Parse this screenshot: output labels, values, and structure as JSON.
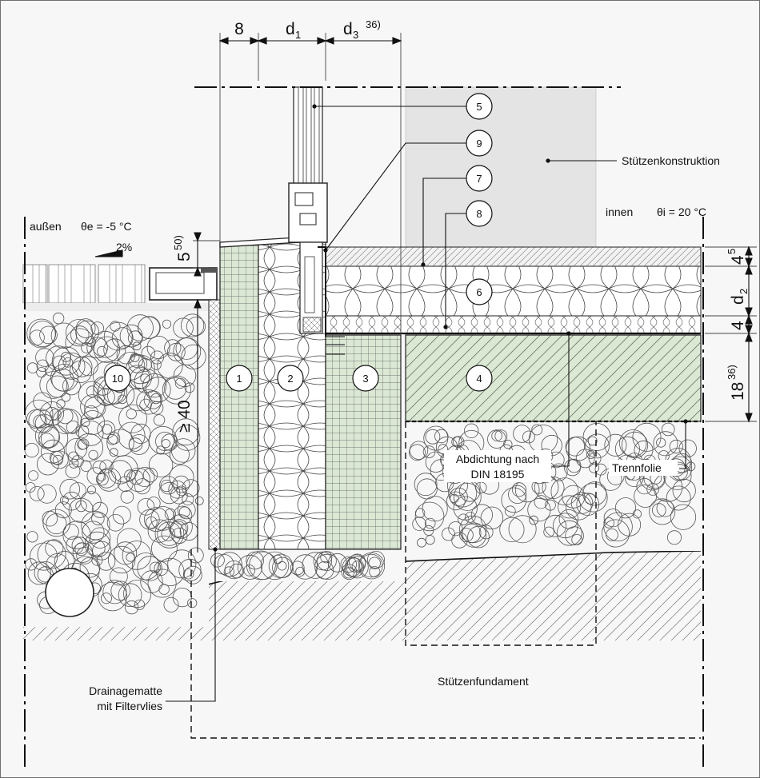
{
  "labels": {
    "aussen": "außen",
    "theta_e": "θe = -5 °C",
    "innen": "innen",
    "theta_i": "θi = 20 °C",
    "slope": "2%",
    "stuetzenkonstruktion": "Stützenkonstruktion",
    "stuetzenfundament": "Stützenfundament",
    "abdichtung_l1": "Abdichtung nach",
    "abdichtung_l2": "DIN 18195",
    "trennfolie": "Trennfolie",
    "drainage_l1": "Drainagematte",
    "drainage_l2": "mit Filtervlies"
  },
  "dimensions": {
    "top_8": "8",
    "top_d1": "d",
    "top_d1_sub": "1",
    "top_d3": "d",
    "top_d3_sub": "3",
    "top_d3_note": "36)",
    "left_5": "5",
    "left_5_note": "50)",
    "left_ge40": "≥ 40",
    "right_4": "4",
    "right_4_sup": "5",
    "right_d2": "d",
    "right_d2_sub": "2",
    "right_4b": "4",
    "right_18": "18",
    "right_18_note": "36)"
  },
  "markers": [
    "1",
    "2",
    "3",
    "4",
    "5",
    "6",
    "7",
    "8",
    "9",
    "10"
  ],
  "colors": {
    "background": "#f7f7f7",
    "green_fill": "#dbe8d4",
    "column_fill": "#e4e4e4",
    "line": "#1a1a1a",
    "gravel_stroke": "#555555"
  }
}
